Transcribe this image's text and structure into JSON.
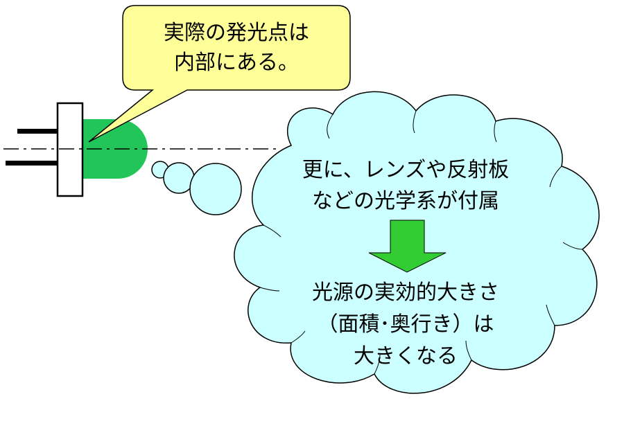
{
  "callout": {
    "line1": "実際の発光点は",
    "line2": "内部にある。"
  },
  "cloud": {
    "line1": "更に、レンズや反射板",
    "line2": "などの光学系が付属",
    "line3": "光源の実効的大きさ",
    "line4": "（面積･奥行き）は",
    "line5": "大きくなる"
  },
  "colors": {
    "led_body": "#22c55a",
    "callout_fill": "#ffff99",
    "cloud_fill": "#ccffff",
    "arrow_fill": "#33cc33"
  },
  "icons": {
    "arrow": "down-arrow-icon",
    "led": "led-icon"
  }
}
